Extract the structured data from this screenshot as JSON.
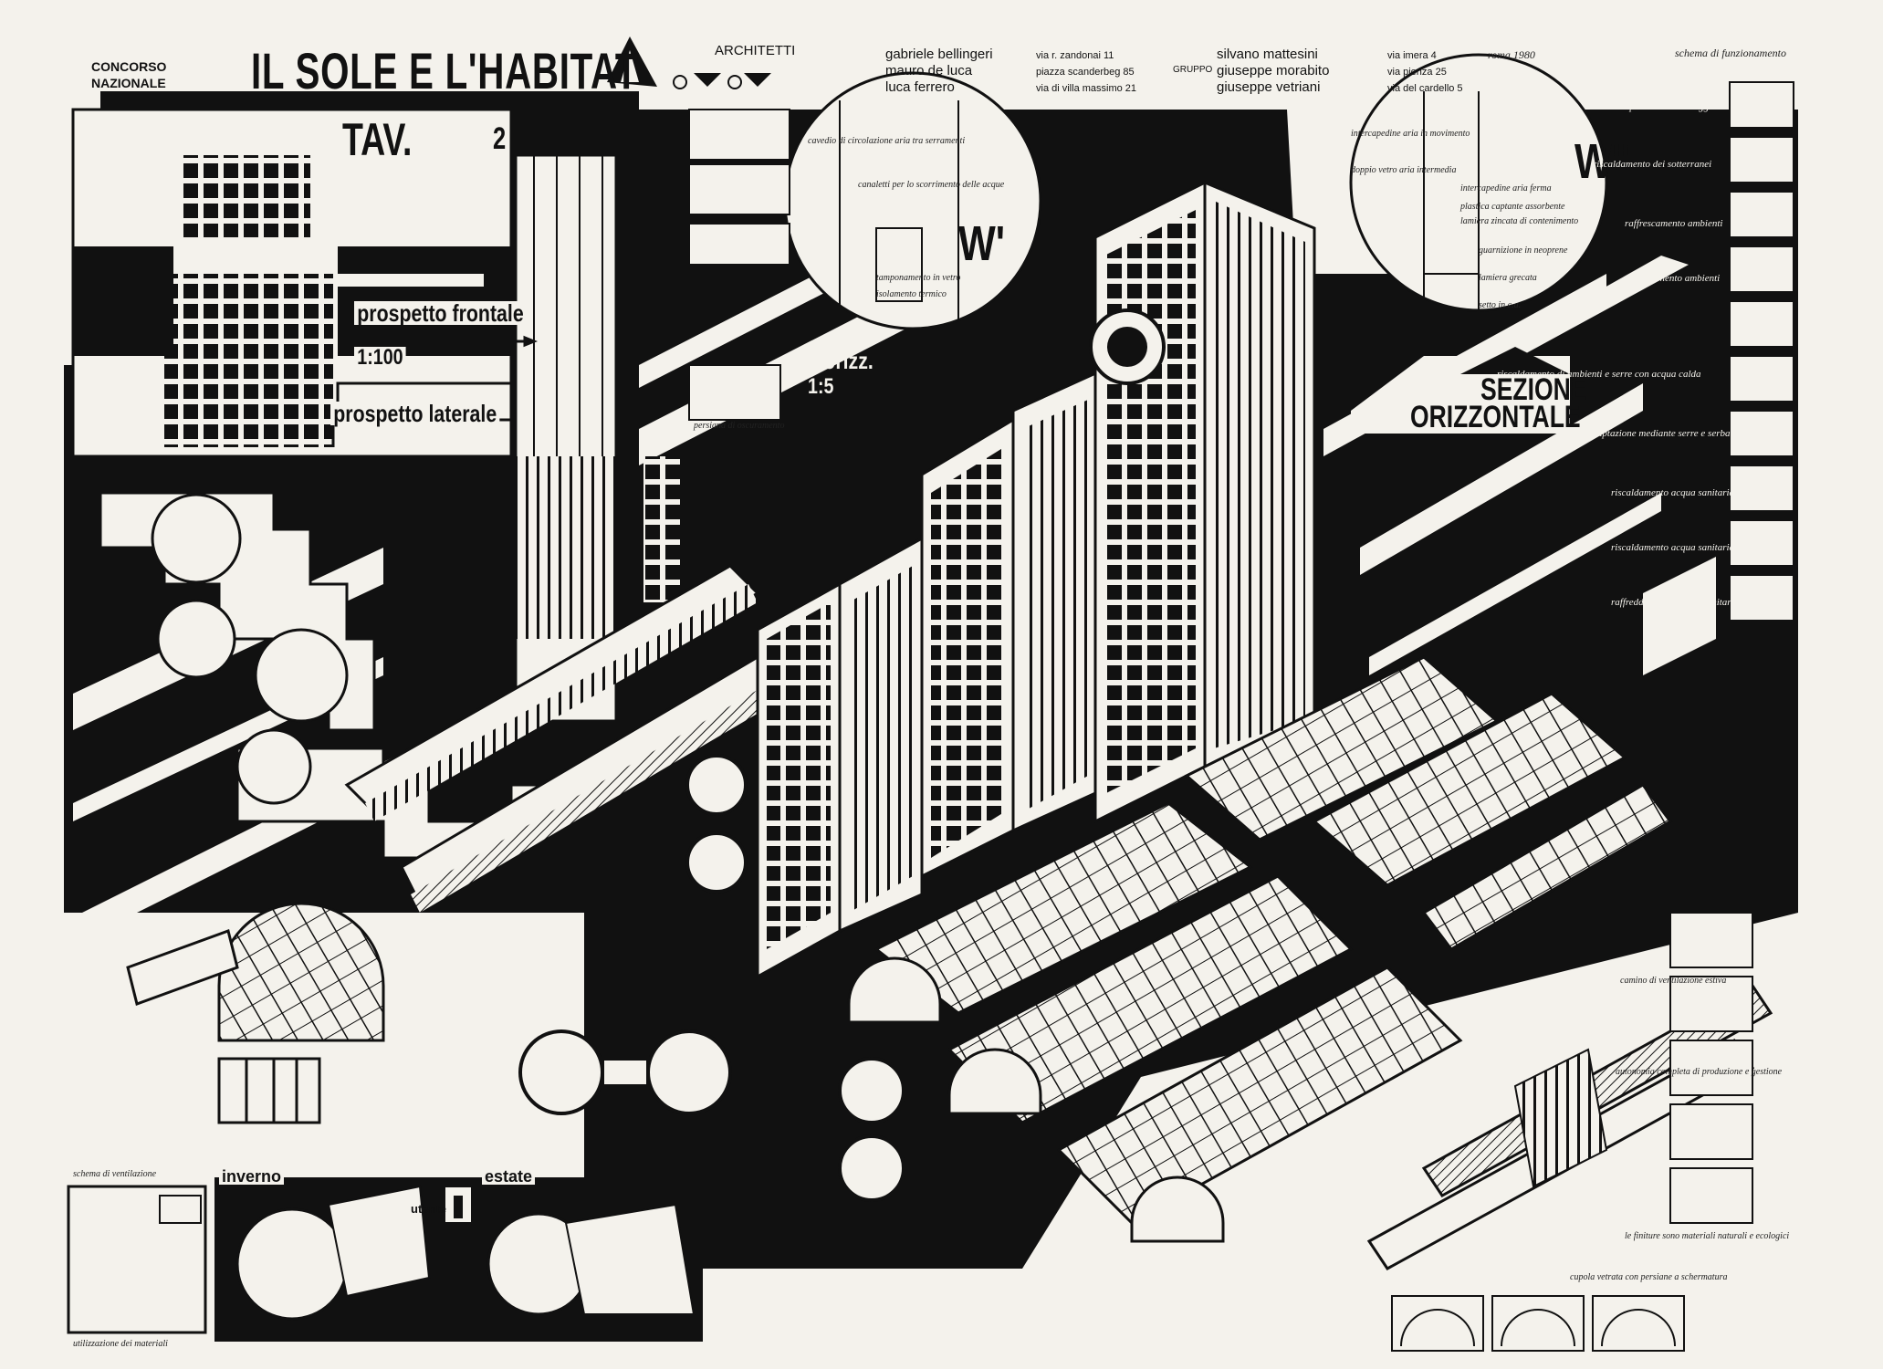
{
  "header": {
    "competition_line1": "CONCORSO",
    "competition_line2": "NAZIONALE",
    "title": "IL SOLE E L'HABITAT",
    "table_label": "TAV.",
    "table_number": "2",
    "architects_label": "ARCHITETTI"
  },
  "architects": {
    "left_names": [
      "gabriele bellingeri",
      "mauro de luca",
      "luca ferrero"
    ],
    "left_addresses": [
      "via r. zandonai 11",
      "piazza scanderbeg 85",
      "via di villa massimo 21"
    ],
    "group_label": "GRUPPO",
    "right_names": [
      "silvano mattesini",
      "giuseppe morabito",
      "giuseppe vetriani"
    ],
    "right_addresses": [
      "via imera 4",
      "via pienza 25",
      "via del cardello 5"
    ],
    "corner_note": "schema di funzionamento",
    "top_note": "roma 1980"
  },
  "labels": {
    "prospetto_frontale": "prospetto frontale",
    "scale_100": "1:100",
    "prospetto_laterale": "prospetto laterale",
    "sez_orizz": "sez.orizz.",
    "scale_5": "1:5",
    "detail_w1": "W'",
    "detail_w2": "W''",
    "sezione_line1": "SEZIONE",
    "sezione_line2": "ORIZZONTALE",
    "inverno": "inverno",
    "estate": "estate",
    "utente": "utente"
  },
  "notes": {
    "detail_left_a": "cavedio di circolazione aria tra serramenti",
    "detail_left_b": "canaletti per lo scorrimento delle acque",
    "detail_left_c": "tamponamento in vetro",
    "detail_left_d": "isolamento termico",
    "detail_right_a": "intercapedine aria in movimento",
    "detail_right_b": "doppio vetro aria intermedia",
    "detail_right_c": "intercapedine aria ferma",
    "detail_right_d": "plastica captante assorbente",
    "detail_right_e": "lamiera zincata di contenimento",
    "detail_right_f": "guarnizione in neoprene",
    "detail_right_g": "lamiera grecata",
    "detail_right_h": "setto in c.a.",
    "sez_note": "persiana di oscuramento",
    "right_1": "captazione e stoccaggio",
    "right_2": "riscaldamento dei sotterranei",
    "right_3": "raffrescamento ambienti",
    "right_4": "riscaldamento ambienti",
    "right_5": "riscaldamento di ambienti e serre con acqua calda",
    "right_6": "captazione mediante serre e serbatoi",
    "right_7": "riscaldamento acqua sanitaria",
    "right_8": "riscaldamento acqua sanitaria",
    "right_9": "raffreddamento acqua sanitaria",
    "lower_right_a": "camino di ventilazione estiva",
    "lower_right_b": "autonomia completa di produzione e gestione",
    "lower_right_c": "le finiture sono materiali naturali e ecologici",
    "lower_right_d": "cupola vetrata con persiane a schermatura",
    "lower_left_a": "schema di ventilazione",
    "lower_left_b": "utilizzazione dei materiali"
  },
  "colors": {
    "ink": "#111111",
    "paper": "#f4f2ec"
  }
}
